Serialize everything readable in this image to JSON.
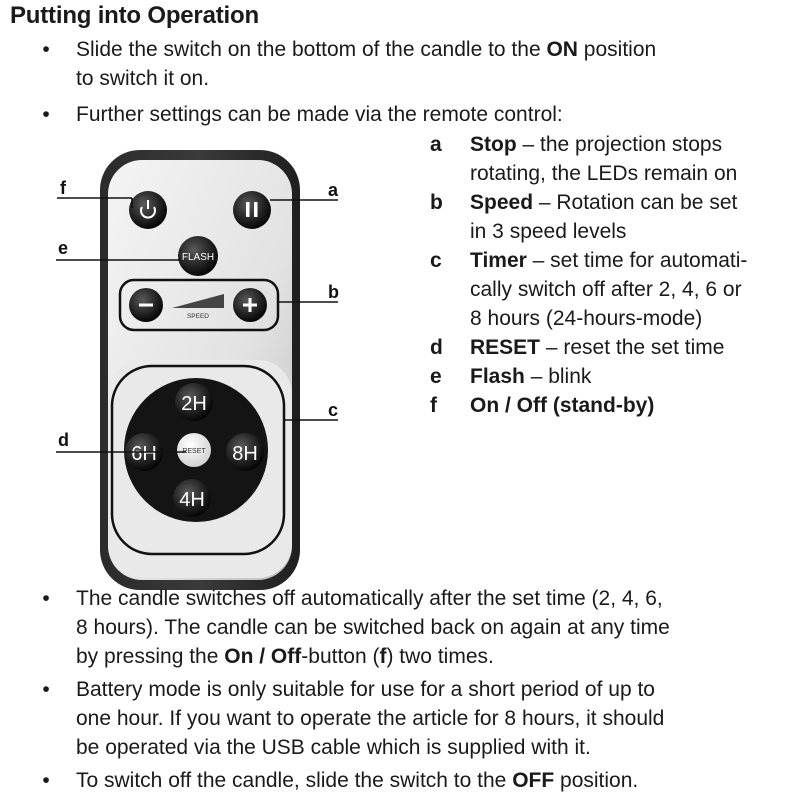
{
  "heading": "Putting into Operation",
  "bullet_top": [
    {
      "lines": [
        [
          "Slide the switch on the bottom of the candle to the ",
          {
            "b": "ON"
          },
          " position"
        ],
        [
          "to switch it on."
        ]
      ]
    },
    {
      "lines": [
        [
          "Further settings can be made via the remote control:"
        ]
      ]
    }
  ],
  "remote": {
    "flash_label": "FLASH",
    "speed_label": "SPEED",
    "timer_top": "2H",
    "timer_left": "6H",
    "timer_right": "8H",
    "timer_bottom": "4H",
    "reset_label": "RESET",
    "callouts": {
      "a": "a",
      "b": "b",
      "c": "c",
      "d": "d",
      "e": "e",
      "f": "f"
    }
  },
  "legend": [
    {
      "key": "a",
      "term": "Stop",
      "lines": [
        " – the projection stops",
        "rotating, the LEDs remain on"
      ]
    },
    {
      "key": "b",
      "term": "Speed",
      "lines": [
        " – Rotation can be set",
        "in 3 speed levels"
      ]
    },
    {
      "key": "c",
      "term": "Timer",
      "lines": [
        " – set time for automati-",
        "cally switch off after 2, 4, 6 or",
        "8 hours (24-hours-mode)"
      ]
    },
    {
      "key": "d",
      "term": "RESET",
      "lines": [
        " – reset the set time"
      ]
    },
    {
      "key": "e",
      "term": "Flash",
      "lines": [
        " – blink"
      ]
    },
    {
      "key": "f",
      "term": "On / Off (stand-by)",
      "lines": [
        ""
      ]
    }
  ],
  "bullet_bottom": [
    {
      "lines": [
        [
          "The candle switches off automatically after the set time (2, 4, 6,"
        ],
        [
          "8 hours). The candle can be switched back on again at any time"
        ],
        [
          "by pressing the ",
          {
            "b": "On / Off"
          },
          "-button (",
          {
            "b": "f"
          },
          ") two times."
        ]
      ]
    },
    {
      "lines": [
        [
          "Battery mode is only suitable for use for a short period of up to"
        ],
        [
          "one hour. If you want to operate the article for 8 hours, it should"
        ],
        [
          "be operated via the USB cable which is supplied with it."
        ]
      ]
    },
    {
      "lines": [
        [
          "To switch off the candle, slide the switch to the ",
          {
            "b": "OFF"
          },
          " position."
        ]
      ]
    }
  ],
  "bullet_symbol": "•"
}
